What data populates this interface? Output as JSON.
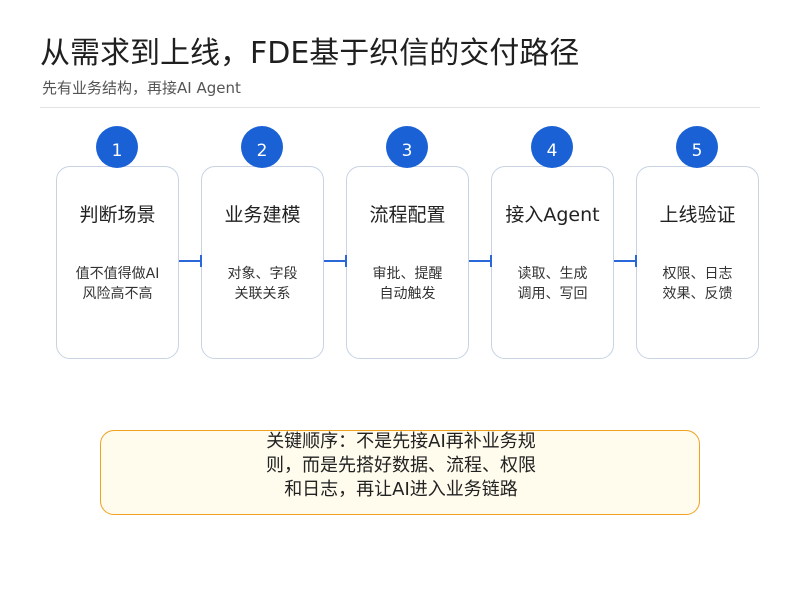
{
  "header": {
    "title": "从需求到上线，FDE基于织信的交付路径",
    "subtitle": "先有业务结构，再接AI Agent"
  },
  "steps": [
    {
      "number": "1",
      "title": "判断场景",
      "desc_lines": [
        "值不值得做AI",
        "风险高不高"
      ]
    },
    {
      "number": "2",
      "title": "业务建模",
      "desc_lines": [
        "对象、字段",
        "关联关系"
      ]
    },
    {
      "number": "3",
      "title": "流程配置",
      "desc_lines": [
        "审批、提醒",
        "自动触发"
      ]
    },
    {
      "number": "4",
      "title": "接入Agent",
      "desc_lines": [
        "读取、生成",
        "调用、写回"
      ]
    },
    {
      "number": "5",
      "title": "上线验证",
      "desc_lines": [
        "权限、日志",
        "效果、反馈"
      ]
    }
  ],
  "note": {
    "text": "关键顺序：不是先接AI再补业务规则，而是先搭好数据、流程、权限和日志，再让AI进入业务链路"
  },
  "colors": {
    "accent": "#1b61d6",
    "card_border": "#c7d3e3",
    "note_border": "#f0a11f",
    "note_background": "#fffbed"
  }
}
